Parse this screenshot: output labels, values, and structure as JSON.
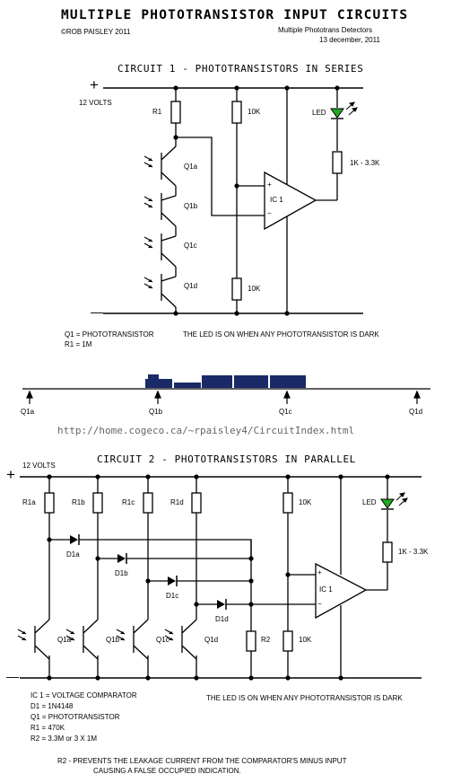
{
  "header": {
    "title": "MULTIPLE  PHOTOTRANSISTOR INPUT CIRCUITS",
    "copyright": "©ROB PAISLEY 2011",
    "subtitle": "Multiple Phototrans Detectors",
    "date": "13 december, 2011"
  },
  "circuit1": {
    "title": "CIRCUIT 1 - PHOTOTRANSISTORS IN SERIES",
    "plus": "+",
    "minus": "—",
    "supply": "12 VOLTS",
    "r1": "R1",
    "r_top": "10K",
    "r_bottom": "10K",
    "led": "LED",
    "r_led": "1K - 3.3K",
    "ic": "IC 1",
    "q": [
      "Q1a",
      "Q1b",
      "Q1c",
      "Q1d"
    ],
    "note_q1": "Q1 = PHOTOTRANSISTOR",
    "note_r1": "R1 = 1M",
    "note_led": "THE LED IS ON WHEN ANY PHOTOTRANSISTOR IS DARK"
  },
  "track": {
    "labels": [
      "Q1a",
      "Q1b",
      "Q1c",
      "Q1d"
    ],
    "url": "http://home.cogeco.ca/~rpaisley4/CircuitIndex.html"
  },
  "circuit2": {
    "title": "CIRCUIT 2 - PHOTOTRANSISTORS IN PARALLEL",
    "plus": "+",
    "minus": "—",
    "supply": "12 VOLTS",
    "r_pull": [
      "R1a",
      "R1b",
      "R1c",
      "R1d"
    ],
    "diodes": [
      "D1a",
      "D1b",
      "D1c",
      "D1d"
    ],
    "q": [
      "Q1a",
      "Q1b",
      "Q1c",
      "Q1d"
    ],
    "r2": "R2",
    "r_top": "10K",
    "r_bottom": "10K",
    "led": "LED",
    "r_led": "1K - 3.3K",
    "ic": "IC 1",
    "notes": [
      "IC 1 = VOLTAGE COMPARATOR",
      "D1 = 1N4148",
      "Q1 = PHOTOTRANSISTOR",
      "R1 = 470K",
      "R2 = 3.3M or 3 X 1M"
    ],
    "note_led": "THE LED IS ON WHEN ANY PHOTOTRANSISTOR IS DARK",
    "footnote1": "R2 - PREVENTS THE LEAKAGE CURRENT FROM THE COMPARATOR'S MINUS INPUT",
    "footnote2": "CAUSING A FALSE OCCUPIED INDICATION."
  },
  "colors": {
    "led": "#22aa22",
    "train": "#1a2a66",
    "url": "#666666"
  }
}
